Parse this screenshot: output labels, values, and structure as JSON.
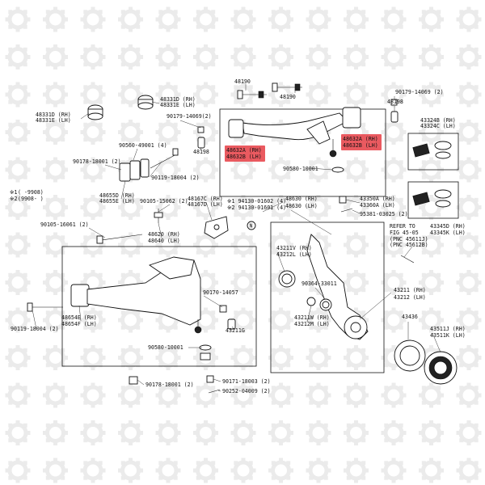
{
  "highlight_color": "#e8484f",
  "notes": [
    {
      "mark": "※1",
      "text": "(     -9908)"
    },
    {
      "mark": "※2",
      "text": "(9908-     )"
    }
  ],
  "labels": {
    "p48190_top": "48190",
    "p48190_mid": "48190",
    "p48331_rh": "48331D (RH)",
    "p48331_lh": "48331E (LH)",
    "p48331f_rh": "48331D (RH)",
    "p48331f_lh": "48331E (LH)",
    "p48198_top": "48198",
    "p90179_top": "90179-14069 (2)",
    "p43324_1": "43324B (RH)",
    "p43324_2": "43324C (LH)",
    "p90179_left": "90179-14069(2)",
    "p48198_left": "48198",
    "p48632a_1": "48632A (RH)",
    "p48632a_2": "48632B (LH)",
    "p48632b_1": "48632A (RH)",
    "p48632b_2": "48632B (LH)",
    "p90560": "90560-49001 (4)",
    "p90178_a": "90178-18001 (2)",
    "p90119_a": "90119-18004 (2)",
    "p90580_a": "90580-10001",
    "p48655_1": "48655D (RH)",
    "p48655_2": "48655E (LH)",
    "p90105_15": "90105-15062 (2)",
    "p48167_1": "48167C (RH)",
    "p48167_2": "48167D (LH)",
    "p94130_1": "※1 94130-01602 (4)",
    "p94130_2": "※2 94130-01601 (4)",
    "p48630_1": "48630 (RH)",
    "p48630_2": "48630 (LH)",
    "p43350_1": "43350A (RH)",
    "p43350_2": "43360A (LH)",
    "p95381": "95381-03025 (2)",
    "p90105_16": "90105-16061 (2)",
    "p48620": "48620 (RH)",
    "p48640": "48640 (LH)",
    "p43345_1": "43345D (RH)",
    "p43345_2": "43345K (LH)",
    "p43211v": "43211V (RH)",
    "p43212l": "43212L (LH)",
    "ref_1": "REFER TO",
    "ref_2": "FIG 45-05",
    "ref_3": "(PNC 45611J)",
    "ref_4": "(PNC 45612B)",
    "p90364": "90364-33011",
    "p90170": "90170-14057",
    "p43211_rh": "43211 (RH)",
    "p43212_lh": "43212 (LH)",
    "p48654_1": "48654E (RH)",
    "p48654_2": "48654F (LH)",
    "p90119_b": "90119-18004 (2)",
    "p43211g": "43211G",
    "p43211w": "43211W (RH)",
    "p43212m": "43212M (LH)",
    "p43436": "43436",
    "p43511_1": "43511J (RH)",
    "p43511_2": "43511K (LH)",
    "p90580_b": "90580-10001",
    "p90178_b": "90178-18001 (2)",
    "p90171": "90171-18003 (2)",
    "p90252": "90252-04009 (2)",
    "callout_n": "N"
  }
}
